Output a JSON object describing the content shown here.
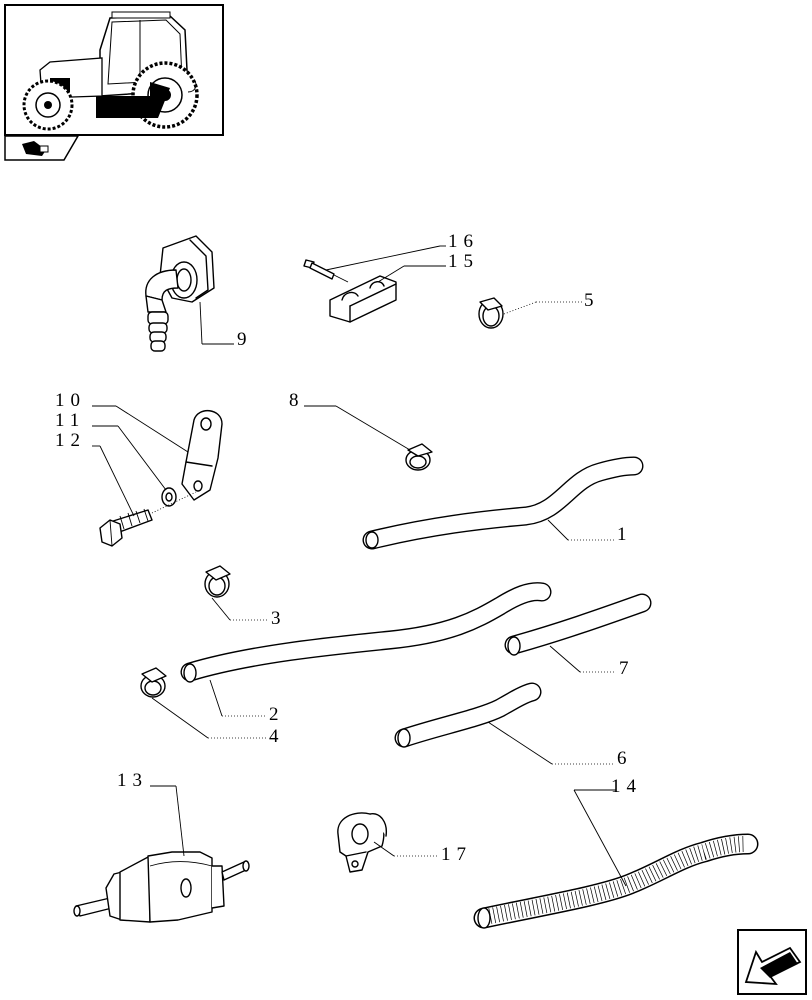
{
  "callouts": {
    "c1": "1",
    "c2": "2",
    "c3": "3",
    "c4": "4",
    "c5": "5",
    "c6": "6",
    "c7": "7",
    "c8": "8",
    "c9": "9",
    "c10": "10",
    "c11": "11",
    "c12": "12",
    "c13": "13",
    "c14": "14",
    "c15": "15",
    "c16": "16",
    "c17": "17"
  },
  "icons": {
    "thumbnail": "tractor-thumbnail-icon",
    "section": "section-tab-icon",
    "nav": "next-page-arrow-icon"
  }
}
